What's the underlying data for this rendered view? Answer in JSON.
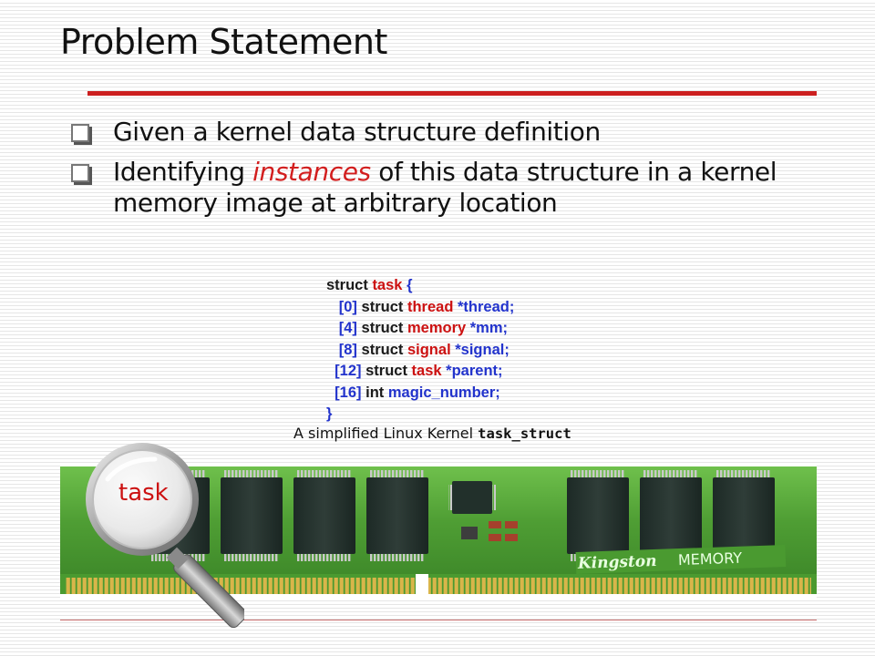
{
  "slide": {
    "title": "Problem Statement"
  },
  "bullets": {
    "b1": "Given a kernel data structure definition",
    "b2_pre": "Identifying ",
    "b2_em": "instances",
    "b2_post": " of this data structure in a kernel memory image at arbitrary location"
  },
  "code": {
    "l0_kw": "struct",
    "l0_name": "task",
    "l0_brace": "{",
    "l1_off": "[0]",
    "l1_kw": "struct",
    "l1_type": "thread",
    "l1_field": "*thread;",
    "l2_off": "[4]",
    "l2_kw": "struct",
    "l2_type": "memory",
    "l2_field": "*mm;",
    "l3_off": "[8]",
    "l3_kw": "struct",
    "l3_type": "signal",
    "l3_field": "*signal;",
    "l4_off": "[12]",
    "l4_kw": "struct",
    "l4_type": "task",
    "l4_field": "*parent;",
    "l5_off": "[16]",
    "l5_kw": "int",
    "l5_field": "magic_number;",
    "l6_brace": "}"
  },
  "caption": {
    "text": "A simplified Linux Kernel ",
    "code": "task_struct"
  },
  "image": {
    "ram_label_brand": "Kingston",
    "ram_label_text": "MEMORY",
    "magnifier_label": "task"
  },
  "colors": {
    "accent_red": "#cc1f1f",
    "code_blue": "#2233cc",
    "code_red": "#cc1111",
    "pcb_green": "#5aa83a"
  }
}
